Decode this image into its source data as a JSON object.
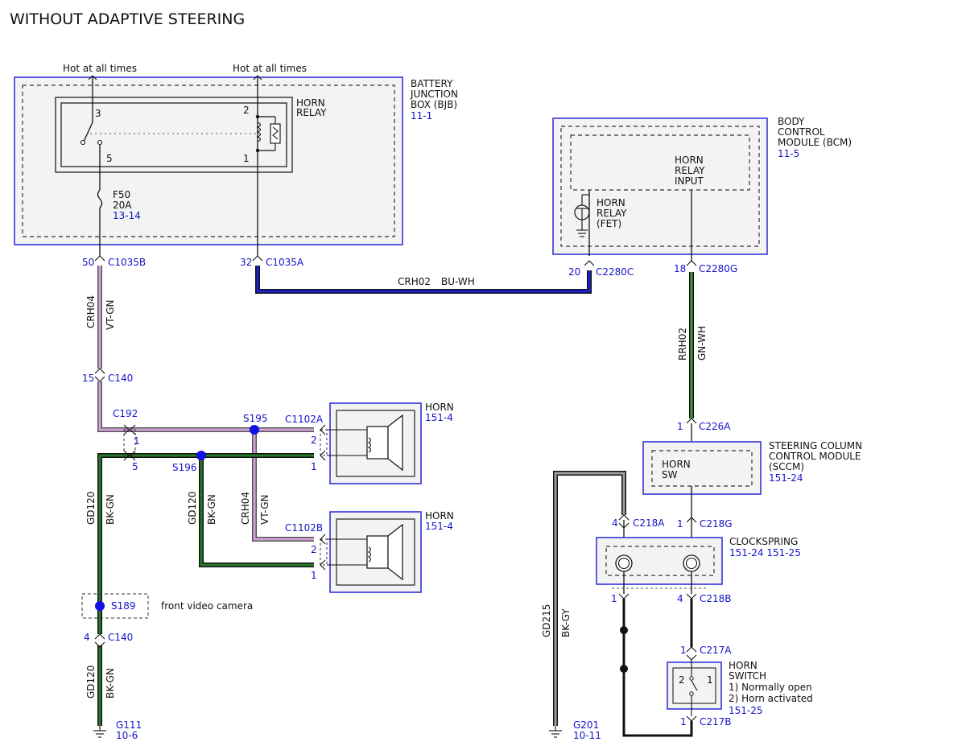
{
  "title": "WITHOUT ADAPTIVE STEERING",
  "labels": {
    "hot1": "Hot at all times",
    "hot2": "Hot at all times",
    "bjb": [
      "BATTERY",
      "JUNCTION",
      "BOX (BJB)"
    ],
    "bjb_ref": "11-1",
    "horn_relay": [
      "HORN",
      "RELAY"
    ],
    "relay_pins": [
      "3",
      "2",
      "5",
      "1"
    ],
    "fuse": [
      "F50",
      "20A"
    ],
    "fuse_ref": "13-14",
    "bcm": [
      "BODY",
      "CONTROL",
      "MODULE (BCM)"
    ],
    "bcm_ref": "11-5",
    "horn_relay_input": [
      "HORN",
      "RELAY",
      "INPUT"
    ],
    "horn_relay_fet": [
      "HORN",
      "RELAY",
      "(FET)"
    ],
    "horn1": "HORN",
    "horn1_ref": "151-4",
    "horn2": "HORN",
    "horn2_ref": "151-4",
    "sccm": [
      "STEERING COLUMN",
      "CONTROL MODULE",
      "(SCCM)"
    ],
    "sccm_ref": "151-24",
    "horn_sw": [
      "HORN",
      "SW"
    ],
    "clockspring": "CLOCKSPRING",
    "clockspring_ref": "151-24  151-25",
    "horn_switch": [
      "HORN",
      "SWITCH",
      "1) Normally open",
      "2) Horn activated"
    ],
    "horn_switch_ref": "151-25",
    "horn_switch_pins": [
      "2",
      "1"
    ],
    "front_video_camera": "front video camera",
    "g111": "G111",
    "g111_ref": "10-6",
    "g201": "G201",
    "g201_ref": "10-11"
  },
  "connectors": {
    "c1035b": {
      "pin": "50",
      "name": "C1035B"
    },
    "c1035a": {
      "pin": "32",
      "name": "C1035A"
    },
    "c2280c": {
      "pin": "20",
      "name": "C2280C"
    },
    "c2280g": {
      "pin": "18",
      "name": "C2280G"
    },
    "c140_top": {
      "pin": "15",
      "name": "C140"
    },
    "c140_bot": {
      "pin": "4",
      "name": "C140"
    },
    "c192": {
      "name": "C192",
      "pin_a": "1",
      "pin_b": "5"
    },
    "s195": "S195",
    "s196": "S196",
    "s189": "S189",
    "c1102a": {
      "name": "C1102A",
      "pin_a": "2",
      "pin_b": "1"
    },
    "c1102b": {
      "name": "C1102B",
      "pin_a": "2",
      "pin_b": "1"
    },
    "c226a": {
      "pin": "1",
      "name": "C226A"
    },
    "c218a": {
      "pin": "4",
      "name": "C218A"
    },
    "c218g": {
      "pin": "1",
      "name": "C218G"
    },
    "c218b": {
      "pin_a": "1",
      "pin_b": "4",
      "name": "C218B"
    },
    "c217a": {
      "pin": "1",
      "name": "C217A"
    },
    "c217b": {
      "pin": "1",
      "name": "C217B"
    }
  },
  "wires": {
    "crh02": {
      "circuit": "CRH02",
      "color": "BU-WH"
    },
    "crh04_top": {
      "circuit": "CRH04",
      "color": "VT-GN"
    },
    "crh04_mid": {
      "circuit": "CRH04",
      "color": "VT-GN"
    },
    "rrh02": {
      "circuit": "RRH02",
      "color": "GN-WH"
    },
    "gd120_left": {
      "circuit": "GD120",
      "color": "BK-GN"
    },
    "gd120_mid": {
      "circuit": "GD120",
      "color": "BK-GN"
    },
    "gd120_bot": {
      "circuit": "GD120",
      "color": "BK-GN"
    },
    "gd215": {
      "circuit": "GD215",
      "color": "BK-GY"
    }
  },
  "colors": {
    "module_border": "#3535d8",
    "ref_text": "#1414c8",
    "wire_vt_gn": "#c89ad0",
    "wire_bu_wh": "#1f1fd8",
    "wire_gn_wh": "#2e8b2e",
    "wire_bk_gn": "#1f6a1f",
    "wire_bk_gy": "#9a9a9a",
    "splice": "#1010e8"
  }
}
